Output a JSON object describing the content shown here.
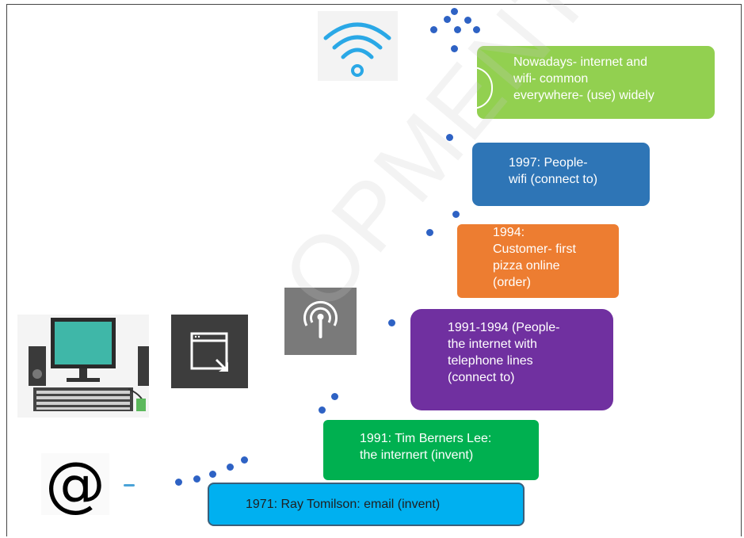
{
  "timeline": [
    {
      "id": "nowadays",
      "text": "Nowadays- internet and\nwifi- common\neverywhere- (use) widely",
      "color": "#92d050"
    },
    {
      "id": "1997",
      "text": "1997: People-\nwifi (connect to)",
      "color": "#2e75b6"
    },
    {
      "id": "1994",
      "text": "1994:\nCustomer- first\npizza online\n(order)",
      "color": "#ed7d31"
    },
    {
      "id": "1991-1994",
      "text": "1991-1994 (People-\nthe internet with\ntelephone lines\n(connect to)",
      "color": "#7030a0"
    },
    {
      "id": "1991",
      "text": "1991: Tim Berners Lee:\nthe internert (invent)",
      "color": "#00b050"
    },
    {
      "id": "1971",
      "text": "1971: Ray Tomilson:  email (invent)",
      "color": "#00b0f0"
    }
  ],
  "icons": [
    "wifi-icon",
    "desktop-computer-icon",
    "browser-window-icon",
    "broadcast-signal-icon",
    "at-sign-icon"
  ],
  "at_symbol": "@",
  "watermark": "OPMENT CEN"
}
